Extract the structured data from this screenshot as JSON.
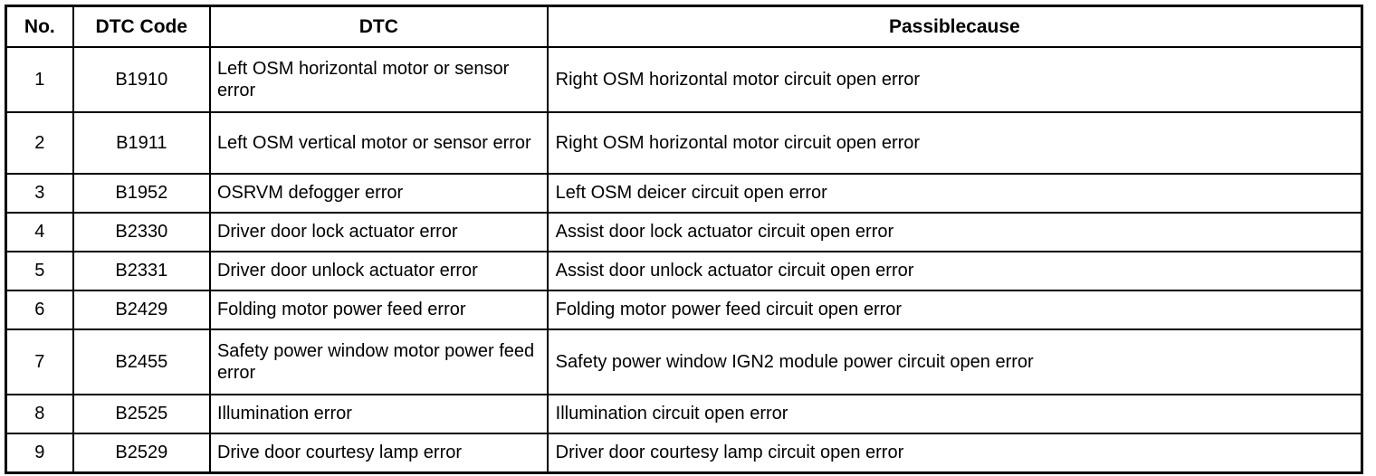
{
  "table": {
    "columns": [
      {
        "key": "no",
        "label": "No."
      },
      {
        "key": "code",
        "label": "DTC Code"
      },
      {
        "key": "dtc",
        "label": "DTC"
      },
      {
        "key": "cause",
        "label": "Passiblecause"
      }
    ],
    "rows": [
      {
        "no": "1",
        "code": "B1910",
        "dtc": "Left OSM horizontal motor or sensor error",
        "cause": "Right OSM horizontal motor circuit open error"
      },
      {
        "no": "2",
        "code": "B1911",
        "dtc": "Left OSM vertical motor or sensor error",
        "cause": "Right OSM horizontal motor circuit open error"
      },
      {
        "no": "3",
        "code": "B1952",
        "dtc": "OSRVM defogger error",
        "cause": "Left OSM deicer circuit open error"
      },
      {
        "no": "4",
        "code": "B2330",
        "dtc": "Driver door lock actuator error",
        "cause": "Assist door lock actuator circuit open error"
      },
      {
        "no": "5",
        "code": "B2331",
        "dtc": "Driver door unlock actuator error",
        "cause": "Assist door unlock actuator circuit open error"
      },
      {
        "no": "6",
        "code": "B2429",
        "dtc": "Folding motor power feed error",
        "cause": "Folding motor power feed circuit open error"
      },
      {
        "no": "7",
        "code": "B2455",
        "dtc": "Safety power window motor power feed error",
        "cause": "Safety power window IGN2 module power circuit open error"
      },
      {
        "no": "8",
        "code": "B2525",
        "dtc": "Illumination error",
        "cause": "Illumination circuit open error"
      },
      {
        "no": "9",
        "code": "B2529",
        "dtc": "Drive door courtesy lamp error",
        "cause": "Driver door courtesy lamp circuit open error"
      }
    ]
  },
  "colors": {
    "border": "#000000",
    "background": "#ffffff",
    "text": "#000000"
  }
}
